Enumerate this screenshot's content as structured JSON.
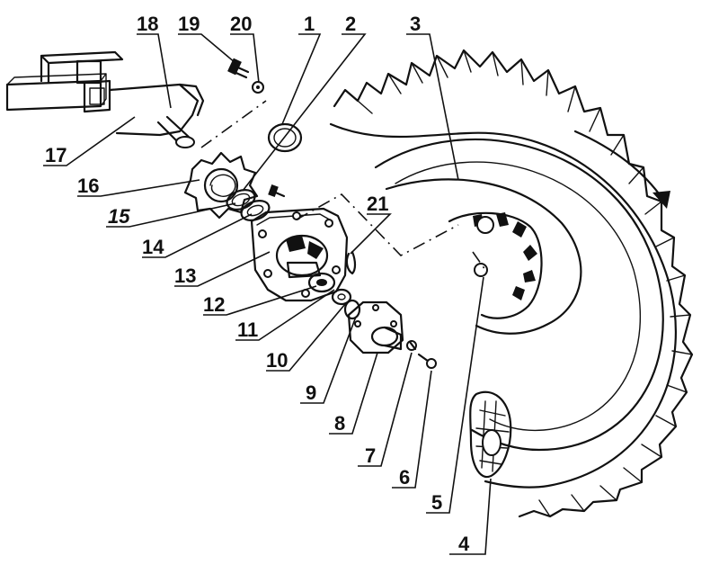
{
  "diagram": {
    "type": "exploded-assembly",
    "callouts": [
      {
        "id": "c1",
        "label": "1"
      },
      {
        "id": "c2",
        "label": "2"
      },
      {
        "id": "c3",
        "label": "3"
      },
      {
        "id": "c4",
        "label": "4"
      },
      {
        "id": "c5",
        "label": "5"
      },
      {
        "id": "c6",
        "label": "6"
      },
      {
        "id": "c7",
        "label": "7"
      },
      {
        "id": "c8",
        "label": "8"
      },
      {
        "id": "c9",
        "label": "9"
      },
      {
        "id": "c10",
        "label": "10"
      },
      {
        "id": "c11",
        "label": "11"
      },
      {
        "id": "c12",
        "label": "12"
      },
      {
        "id": "c13",
        "label": "13"
      },
      {
        "id": "c14",
        "label": "14"
      },
      {
        "id": "c15",
        "label": "15"
      },
      {
        "id": "c16",
        "label": "16"
      },
      {
        "id": "c17",
        "label": "17"
      },
      {
        "id": "c18",
        "label": "18"
      },
      {
        "id": "c19",
        "label": "19"
      },
      {
        "id": "c20",
        "label": "20"
      },
      {
        "id": "c21",
        "label": "21"
      }
    ]
  }
}
